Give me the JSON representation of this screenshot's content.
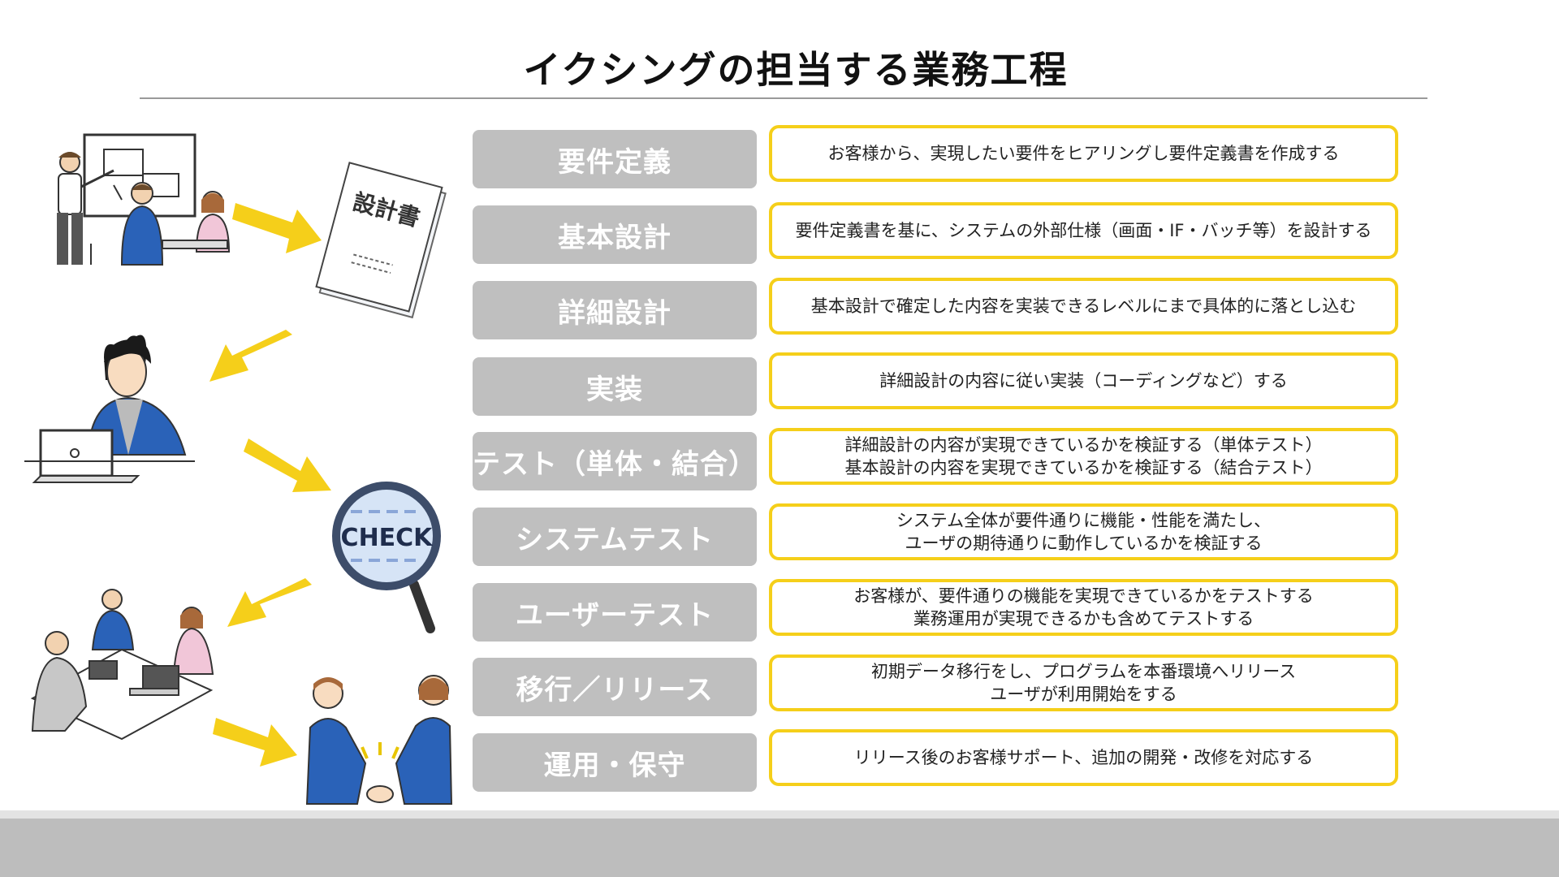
{
  "title": "イクシングの担当する業務工程",
  "accent_color": "#f5cf1a",
  "label_color": "#bfbfbf",
  "steps": [
    {
      "label": "要件定義",
      "desc": [
        "お客様から、実現したい要件をヒアリングし要件定義書を作成する"
      ]
    },
    {
      "label": "基本設計",
      "desc": [
        "要件定義書を基に、システムの外部仕様（画面・IF・バッチ等）を設計する"
      ]
    },
    {
      "label": "詳細設計",
      "desc": [
        "基本設計で確定した内容を実装できるレベルにまで具体的に落とし込む"
      ]
    },
    {
      "label": "実装",
      "desc": [
        "詳細設計の内容に従い実装（コーディングなど）する"
      ]
    },
    {
      "label": "テスト（単体・結合）",
      "desc": [
        "詳細設計の内容が実現できているかを検証する（単体テスト）",
        "基本設計の内容を実現できているかを検証する（結合テスト）"
      ]
    },
    {
      "label": "システムテスト",
      "desc": [
        "システム全体が要件通りに機能・性能を満たし、",
        "ユーザの期待通りに動作しているかを検証する"
      ]
    },
    {
      "label": "ユーザーテスト",
      "desc": [
        "お客様が、要件通りの機能を実現できているかをテストする",
        "業務運用が実現できるかも含めてテストする"
      ]
    },
    {
      "label": "移行／リリース",
      "desc": [
        "初期データ移行をし、プログラムを本番環境へリリース",
        "ユーザが利用開始をする"
      ]
    },
    {
      "label": "運用・保守",
      "desc": [
        "リリース後のお客様サポート、追加の開発・改修を対応する"
      ]
    }
  ],
  "illustrations": {
    "document_text": "設計書",
    "magnifier_text": "CHECK",
    "icons": [
      "meeting-illustration",
      "design-document-icon",
      "developer-laptop-illustration",
      "check-magnifier-icon",
      "team-review-illustration",
      "handshake-illustration",
      "yellow-arrow-icon"
    ]
  }
}
